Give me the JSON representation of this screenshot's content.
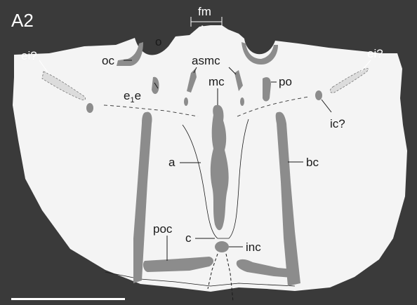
{
  "panel_label": "A2",
  "labels": {
    "fm": "fm",
    "o": "o",
    "oc": "oc",
    "asmc": "asmc",
    "ei_left": "ei?",
    "ei_right": "ei?",
    "mc": "mc",
    "po": "po",
    "e1e_e": "e",
    "e1e_sub": "1",
    "e1e_e2": "e",
    "ic": "ic?",
    "a": "a",
    "bc": "bc",
    "poc": "poc",
    "c": "c",
    "inc": "inc"
  },
  "colors": {
    "background": "#3a3a3a",
    "specimen": "#f4f4f4",
    "bone": "#8c8c8c",
    "label": "#1a1a1a",
    "label_on_dark": "#ffffff"
  },
  "scale_bar": "scale-bar"
}
